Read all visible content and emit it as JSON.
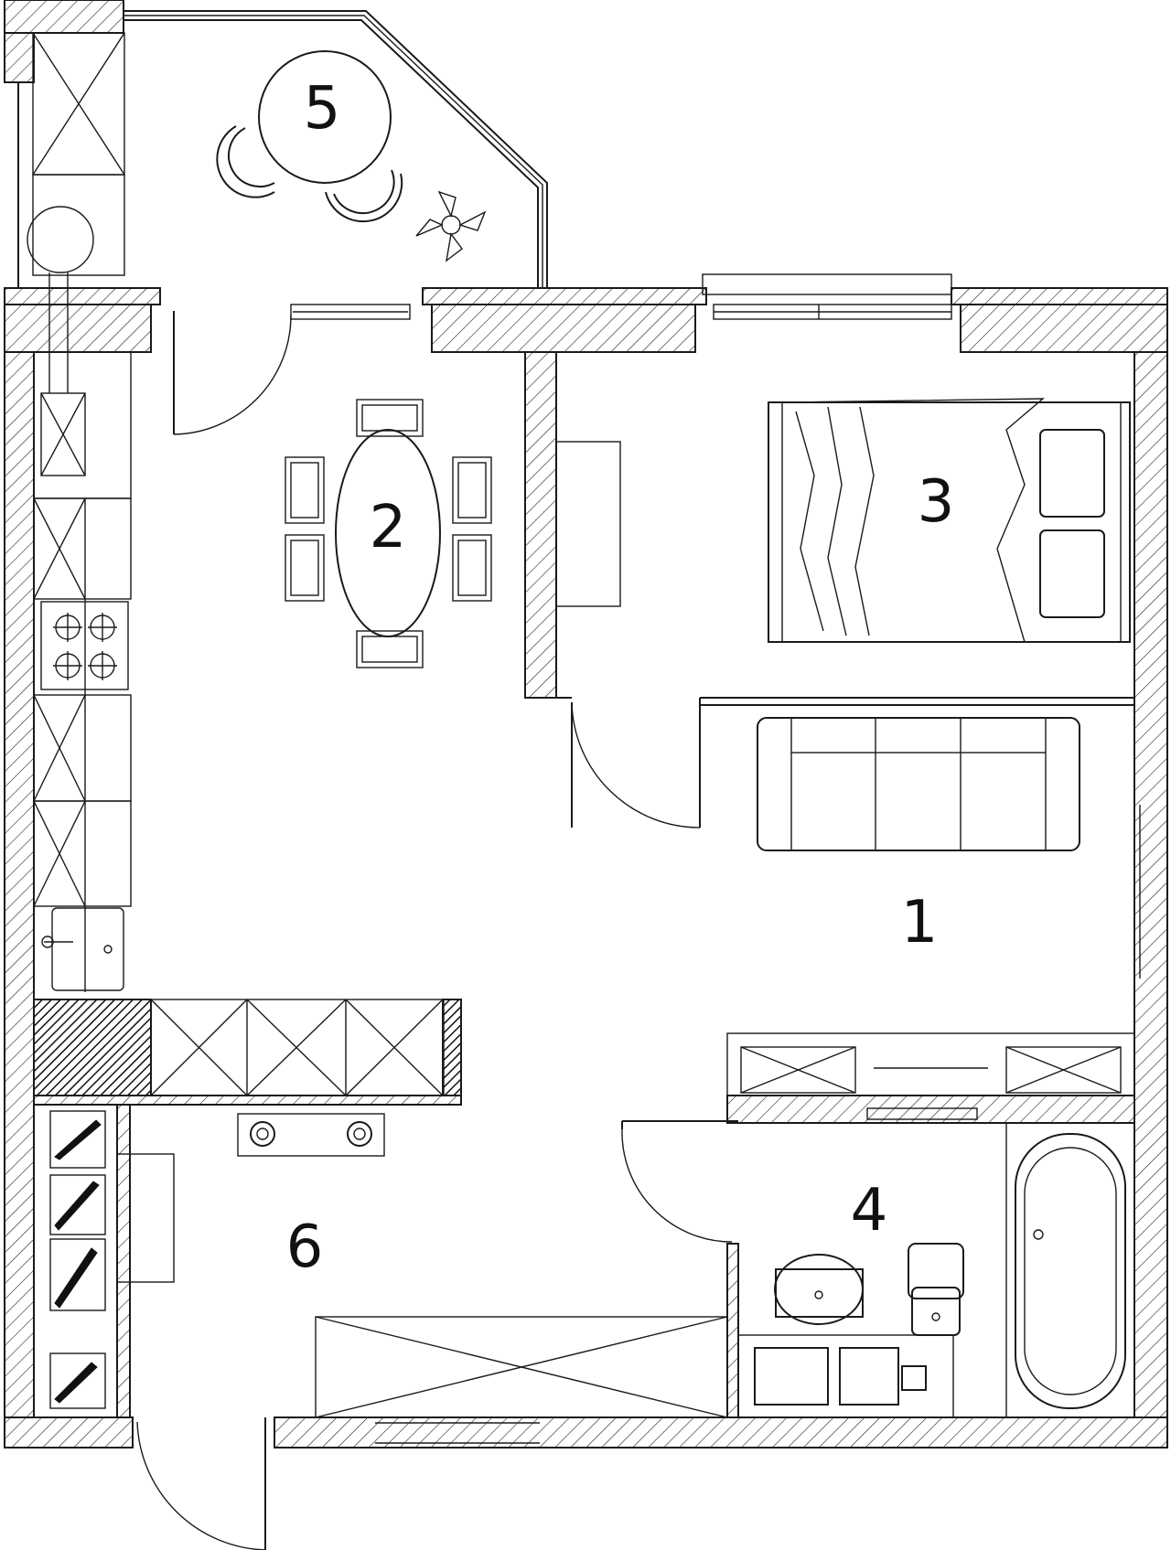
{
  "rooms": [
    {
      "id": "1",
      "label": "1"
    },
    {
      "id": "2",
      "label": "2"
    },
    {
      "id": "3",
      "label": "3"
    },
    {
      "id": "4",
      "label": "4"
    },
    {
      "id": "5",
      "label": "5"
    },
    {
      "id": "6",
      "label": "6"
    }
  ],
  "colors": {
    "line": "#1a1a1a",
    "background": "#ffffff"
  }
}
